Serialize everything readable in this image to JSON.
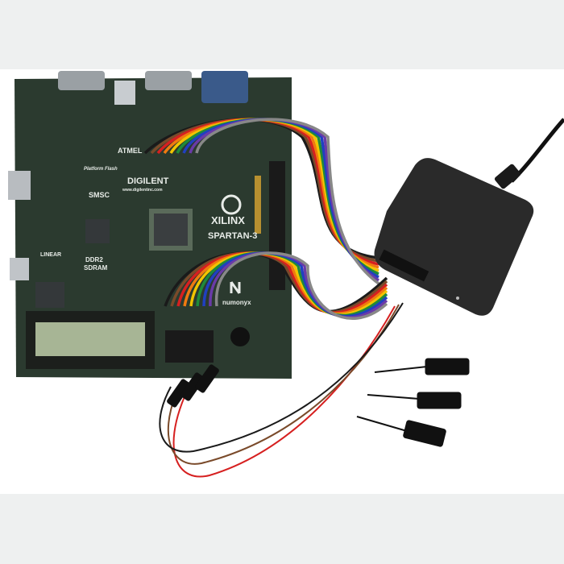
{
  "board": {
    "brand": "DIGILENT",
    "brand_url": "www.digilentinc.com",
    "fpga_vendor": "XILINX",
    "fpga_family": "SPARTAN-3",
    "flash_label": "Platform Flash",
    "memory_label_1": "DDR2",
    "memory_label_2": "SDRAM",
    "ethernet_chip": "SMSC",
    "mcu_brand": "ATMEL",
    "flash_brand": "numonyx",
    "regulator_brand": "LINEAR"
  },
  "colors": {
    "top_band": "#eef0f0",
    "bottom_band": "#eef0f0",
    "board": "#2b3a2f",
    "lcd": "#a7b595",
    "analyzer": "#2a2a2a",
    "wires": [
      "#1a1a1a",
      "#7a4a2a",
      "#d62020",
      "#f07a10",
      "#f2c400",
      "#1f8a3a",
      "#2040c0",
      "#6a3aa8",
      "#888888"
    ]
  }
}
